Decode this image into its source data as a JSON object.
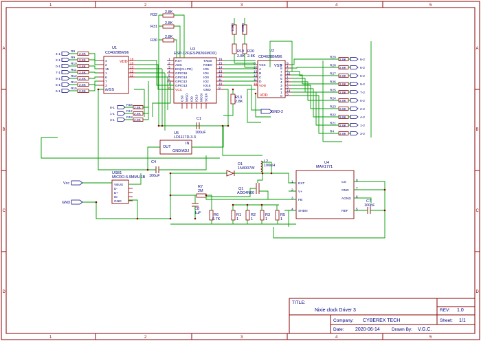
{
  "grid": {
    "columns": [
      "1",
      "2",
      "3",
      "4",
      "5"
    ],
    "rows": [
      "A",
      "B",
      "C",
      "D"
    ]
  },
  "title_block": {
    "title_label": "TITLE:",
    "title": "Nixie clock Driver 3",
    "rev_label": "REV:",
    "rev": "1.0",
    "company_label": "Company:",
    "company": "CYBEREX TECH",
    "sheet_label": "Sheet:",
    "sheet": "1/1",
    "date_label": "Date:",
    "date": "2020-06-14",
    "drawn_label": "Drawn By:",
    "drawn": "V.G.C."
  },
  "parts": {
    "u1": {
      "ref": "U1",
      "name": "CD4028BM96",
      "vdd": "VDD",
      "vss": "VSS",
      "left_pins": [
        "4",
        "2",
        "15",
        "1",
        "6",
        "7",
        "3",
        "8"
      ],
      "right_pins": [
        "16",
        "10",
        "13",
        "12",
        "11"
      ]
    },
    "u2": {
      "ref": "U2",
      "name": "CD4028BM96",
      "vss": "VSS",
      "vdd": "VDD",
      "left_pins": [
        "8",
        "10",
        "13",
        "12",
        "11",
        "16"
      ],
      "left_names": [
        "VSS",
        "A",
        "B",
        "C",
        "D",
        "VDD"
      ],
      "right_pins": [
        "9",
        "4",
        "2",
        "15",
        "1",
        "6",
        "7",
        "3",
        "14",
        "5"
      ],
      "right_names": [
        "9",
        "8",
        "7",
        "6",
        "5",
        "4",
        "3",
        "2",
        "1",
        "0"
      ]
    },
    "u3": {
      "ref": "U3",
      "name": "ESP-12F(ESP8266MOD)",
      "left": [
        "RST",
        "ADC",
        "EN(CH-PD)",
        "GPIO16",
        "GPIO14",
        "GPIO12",
        "GPIO13",
        "VCC"
      ],
      "left_pins": [
        "1",
        "2",
        "3",
        "4",
        "5",
        "6",
        "7",
        "8"
      ],
      "right": [
        "TXD0",
        "RXD0",
        "IO5",
        "IO4",
        "IO0",
        "IO2",
        "IO15",
        "GND"
      ],
      "right_pins": [
        "16",
        "15",
        "14",
        "13",
        "12",
        "11",
        "10",
        "9"
      ],
      "bottom": [
        "CS0",
        "MISO",
        "IO9",
        "IO10",
        "MOSI",
        "SCLK"
      ]
    },
    "u4": {
      "ref": "U4",
      "name": "MAX1771",
      "left": [
        "EXT",
        "V+",
        "FB",
        "SHDN"
      ],
      "left_pins": [
        "1",
        "2",
        "3",
        "4"
      ],
      "right": [
        "CS",
        "GND",
        "AGND",
        "REF"
      ],
      "right_pins": [
        "8",
        "7",
        "6",
        "5"
      ]
    },
    "u5": {
      "ref": "U5",
      "name": "LD1117D-3.3",
      "in": "IN",
      "out": "OUT",
      "gnd": "GND/ADJ"
    },
    "usb1": {
      "ref": "USB1",
      "name": "MICRO-5.9MMUSB",
      "pins": [
        "VBUS",
        "D-",
        "D+",
        "ID",
        "GND"
      ]
    },
    "q1": {
      "ref": "Q1",
      "name": "AOD4N60"
    },
    "d1": {
      "ref": "D1",
      "name": "1N4007W"
    },
    "l2": {
      "ref": "L2",
      "name": "100uH"
    },
    "c1": {
      "ref": "C1",
      "name": "100uF"
    },
    "c4": {
      "ref": "C4",
      "name": "100uF"
    },
    "c7": {
      "ref": "C7",
      "name": "100pF"
    },
    "c8": {
      "ref": "C8",
      "name": "1uF"
    },
    "r7": {
      "ref": "R7",
      "name": "2M"
    },
    "r6": {
      "ref": "R6",
      "name": "6.7K"
    },
    "r1": {
      "ref": "R1",
      "name": "1"
    },
    "r2": {
      "ref": "R2",
      "name": "1"
    },
    "r3": {
      "ref": "R3",
      "name": "1"
    },
    "r5": {
      "ref": "R5",
      "name": "1"
    },
    "r13": {
      "ref": "R13",
      "name": "2.8K"
    },
    "r19": {
      "ref": "R19",
      "name": "2.8K"
    },
    "r20": {
      "ref": "R20",
      "name": "2.8K"
    },
    "r30": {
      "ref": "R30",
      "name": "2.8K"
    },
    "r31": {
      "ref": "R31",
      "name": "2.8K"
    },
    "r32": {
      "ref": "R32",
      "name": "2.8K"
    },
    "led1": {
      "ref": "LED1"
    },
    "led2": {
      "ref": "LED2"
    }
  },
  "left_resistors": [
    {
      "ref": "R8",
      "value": "2.8K",
      "net": "4-1"
    },
    {
      "ref": "R9",
      "value": "2.8K",
      "net": "2-1"
    },
    {
      "ref": "R10",
      "value": "2.8K",
      "net": "0-1"
    },
    {
      "ref": "R11",
      "value": "2.8K",
      "net": "7-1"
    },
    {
      "ref": "R12",
      "value": "2.8K",
      "net": "9-1"
    },
    {
      "ref": "R14",
      "value": "2.8K",
      "net": "5-1"
    },
    {
      "ref": "R15",
      "value": "2.8K",
      "net": "6-1"
    }
  ],
  "lower_left_resistors": [
    {
      "ref": "R16",
      "value": "2.8K",
      "net": "8-1"
    },
    {
      "ref": "R17",
      "value": "2.8K",
      "net": "1-1"
    },
    {
      "ref": "R18",
      "value": "2.8K",
      "net": "3-1"
    }
  ],
  "right_resistors": [
    {
      "ref": "R29",
      "value": "2.8K",
      "net": "8-2"
    },
    {
      "ref": "R28",
      "value": "2.8K",
      "net": "6-2"
    },
    {
      "ref": "R27",
      "value": "2.8K",
      "net": "5-2"
    },
    {
      "ref": "R26",
      "value": "2.8K",
      "net": "9-2"
    },
    {
      "ref": "R25",
      "value": "2.8K",
      "net": "7-2"
    },
    {
      "ref": "R24",
      "value": "2.8K",
      "net": "0-2"
    },
    {
      "ref": "R23",
      "value": "2.8K",
      "net": "2-2"
    },
    {
      "ref": "R22",
      "value": "2.8K",
      "net": "4-2"
    },
    {
      "ref": "R21",
      "value": "2.8K",
      "net": "1-2"
    },
    {
      "ref": "R4",
      "value": "2.8K",
      "net": "3-2"
    }
  ],
  "net_flags": {
    "vcc": "Vcc",
    "gnd": "GND",
    "gnd2": "GND-2"
  }
}
